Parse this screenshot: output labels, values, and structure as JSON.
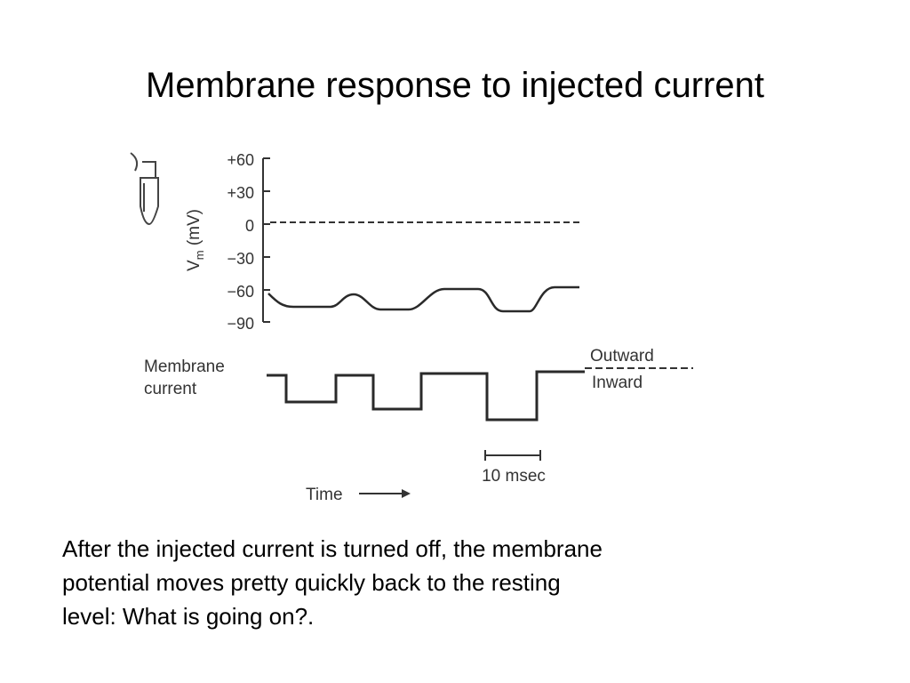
{
  "slide": {
    "title": "Membrane response to injected current",
    "body_lines": [
      "After the injected current is turned off, the membrane",
      "potential moves pretty quickly back to the resting",
      "level: What is going on?."
    ]
  },
  "figure": {
    "y_axis_label_main": "V",
    "y_axis_label_sub": "m",
    "y_axis_label_unit": " (mV)",
    "y_ticks": [
      "+60",
      "+30",
      "0",
      "−30",
      "−60",
      "−90"
    ],
    "current_label_line1": "Membrane",
    "current_label_line2": "current",
    "outward_label": "Outward",
    "inward_label": "Inward",
    "scale_bar_label": "10 msec",
    "time_label": "Time",
    "electrode_icon": "micropipette-electrode-icon",
    "trace_color": "#2a2a2a"
  }
}
